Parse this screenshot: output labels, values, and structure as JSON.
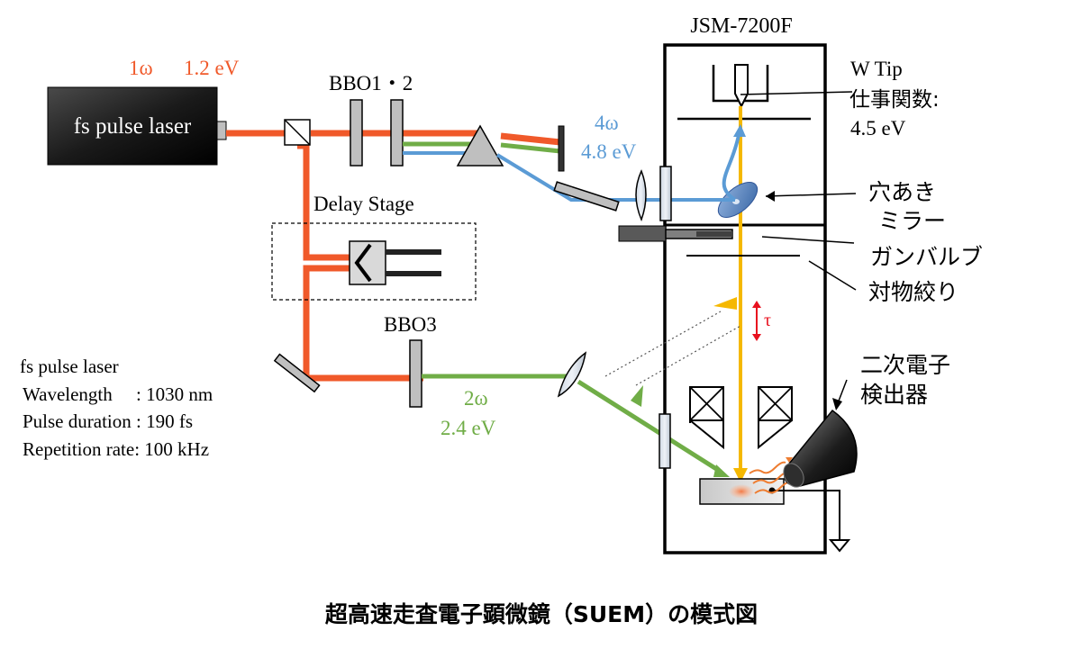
{
  "diagram": {
    "caption": "超高速走査電子顕微鏡（SUEM）の模式図",
    "laser_box_label": "fs pulse laser",
    "fundamental": {
      "freq": "1ω",
      "energy": "1.2 eV"
    },
    "bbo12": "BBO1・2",
    "fourth": {
      "freq": "4ω",
      "energy": "4.8 eV"
    },
    "second": {
      "freq": "2ω",
      "energy": "2.4 eV"
    },
    "bbo3": "BBO3",
    "delay_stage": "Delay Stage",
    "microscope": "JSM-7200F",
    "tip": {
      "line1": "W Tip",
      "line2": "仕事関数:",
      "line3": "4.5 eV"
    },
    "mirror": {
      "line1": "穴あき",
      "line2": "ミラー"
    },
    "gate_valve": "ガンバルブ",
    "aperture": "対物絞り",
    "tau": "τ",
    "detector": {
      "line1": "二次電子",
      "line2": "検出器"
    },
    "specs": {
      "title": "fs pulse laser",
      "wavelength": "Wavelength     : 1030 nm",
      "duration": "Pulse duration : 190 fs",
      "rate": "Repetition rate: 100 kHz"
    },
    "colors": {
      "ir": "#f0592a",
      "green": "#70ad47",
      "uv": "#5b9bd5",
      "electron": "#f5b800",
      "tau": "#e8101e",
      "outline": "#000000"
    }
  }
}
